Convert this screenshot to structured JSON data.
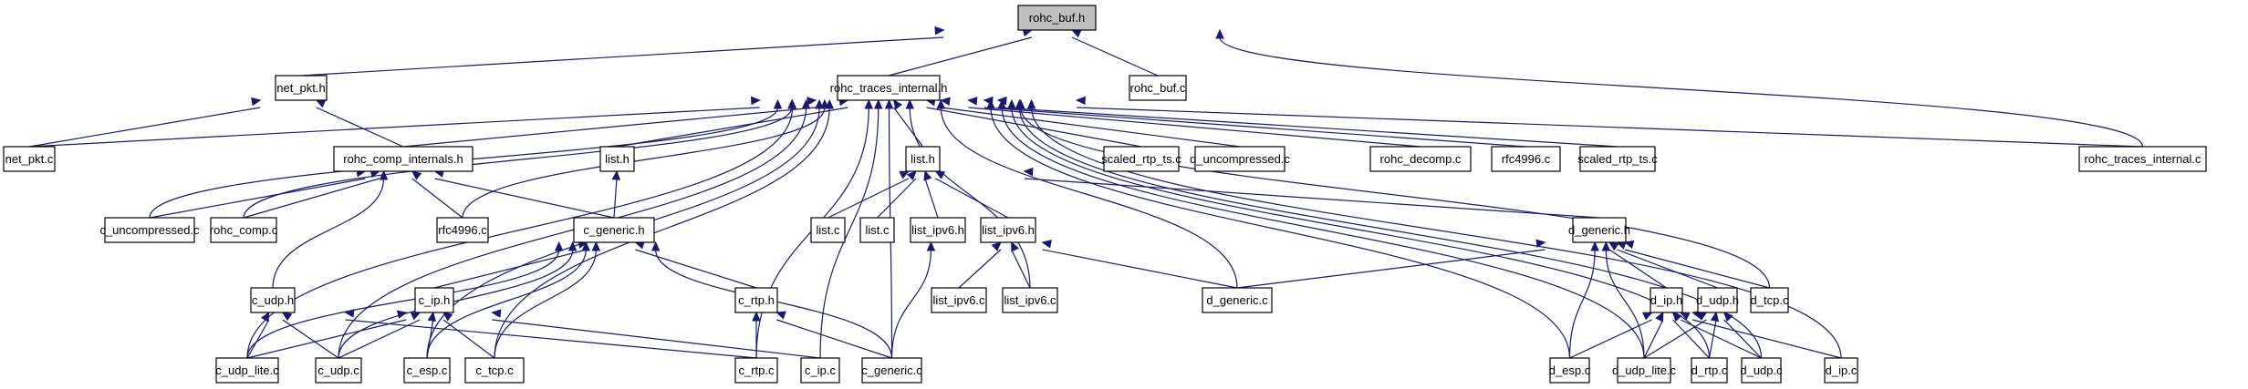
{
  "title": "rohc_buf.h include dependency graph",
  "colors": {
    "edge": "#191970",
    "root_fill": "#bfbfbf",
    "node_fill": "#ffffff",
    "border": "#000000"
  },
  "nodes": [
    {
      "id": "rohc_buf_h",
      "label": "rohc_buf.h",
      "root": true
    },
    {
      "id": "net_pkt_h",
      "label": "net_pkt.h"
    },
    {
      "id": "rohc_traces_internal_h",
      "label": "rohc_traces_internal.h"
    },
    {
      "id": "rohc_buf_c",
      "label": "rohc_buf.c"
    },
    {
      "id": "net_pkt_c",
      "label": "net_pkt.c"
    },
    {
      "id": "rohc_comp_internals_h",
      "label": "rohc_comp_internals.h"
    },
    {
      "id": "list_h_a",
      "label": "list.h"
    },
    {
      "id": "list_h_b",
      "label": "list.h"
    },
    {
      "id": "scaled_rtp_ts_c_a",
      "label": "scaled_rtp_ts.c"
    },
    {
      "id": "d_uncompressed_c",
      "label": "d_uncompressed.c"
    },
    {
      "id": "rohc_decomp_c",
      "label": "rohc_decomp.c"
    },
    {
      "id": "rfc4996_c_b",
      "label": "rfc4996.c"
    },
    {
      "id": "scaled_rtp_ts_c_b",
      "label": "scaled_rtp_ts.c"
    },
    {
      "id": "rohc_traces_internal_c",
      "label": "rohc_traces_internal.c"
    },
    {
      "id": "c_uncompressed_c",
      "label": "c_uncompressed.c"
    },
    {
      "id": "rohc_comp_c",
      "label": "rohc_comp.c"
    },
    {
      "id": "rfc4996_c_a",
      "label": "rfc4996.c"
    },
    {
      "id": "c_generic_h",
      "label": "c_generic.h"
    },
    {
      "id": "list_c_a",
      "label": "list.c"
    },
    {
      "id": "list_c_b",
      "label": "list.c"
    },
    {
      "id": "list_ipv6_h_a",
      "label": "list_ipv6.h"
    },
    {
      "id": "list_ipv6_h_b",
      "label": "list_ipv6.h"
    },
    {
      "id": "d_generic_h",
      "label": "d_generic.h"
    },
    {
      "id": "c_udp_h",
      "label": "c_udp.h"
    },
    {
      "id": "c_ip_h",
      "label": "c_ip.h"
    },
    {
      "id": "c_rtp_h",
      "label": "c_rtp.h"
    },
    {
      "id": "list_ipv6_c_a",
      "label": "list_ipv6.c"
    },
    {
      "id": "list_ipv6_c_b",
      "label": "list_ipv6.c"
    },
    {
      "id": "d_generic_c",
      "label": "d_generic.c"
    },
    {
      "id": "d_ip_h",
      "label": "d_ip.h"
    },
    {
      "id": "d_udp_h",
      "label": "d_udp.h"
    },
    {
      "id": "d_tcp_c",
      "label": "d_tcp.c"
    },
    {
      "id": "c_udp_lite_c",
      "label": "c_udp_lite.c"
    },
    {
      "id": "c_udp_c",
      "label": "c_udp.c"
    },
    {
      "id": "c_esp_c",
      "label": "c_esp.c"
    },
    {
      "id": "c_tcp_c",
      "label": "c_tcp.c"
    },
    {
      "id": "c_rtp_c",
      "label": "c_rtp.c"
    },
    {
      "id": "c_ip_c",
      "label": "c_ip.c"
    },
    {
      "id": "c_generic_c",
      "label": "c_generic.c"
    },
    {
      "id": "d_esp_c",
      "label": "d_esp.c"
    },
    {
      "id": "d_udp_lite_c",
      "label": "d_udp_lite.c"
    },
    {
      "id": "d_rtp_c",
      "label": "d_rtp.c"
    },
    {
      "id": "d_udp_c",
      "label": "d_udp.c"
    },
    {
      "id": "d_ip_c",
      "label": "d_ip.c"
    }
  ],
  "edges": [
    [
      "net_pkt_h",
      "rohc_buf_h"
    ],
    [
      "rohc_traces_internal_h",
      "rohc_buf_h"
    ],
    [
      "rohc_buf_c",
      "rohc_buf_h"
    ],
    [
      "rohc_traces_internal_c",
      "rohc_buf_h"
    ],
    [
      "net_pkt_c",
      "net_pkt_h"
    ],
    [
      "rohc_comp_internals_h",
      "net_pkt_h"
    ],
    [
      "net_pkt_c",
      "rohc_traces_internal_h"
    ],
    [
      "rohc_comp_internals_h",
      "rohc_traces_internal_h"
    ],
    [
      "list_h_a",
      "rohc_traces_internal_h"
    ],
    [
      "list_h_b",
      "rohc_traces_internal_h"
    ],
    [
      "scaled_rtp_ts_c_a",
      "rohc_traces_internal_h"
    ],
    [
      "d_uncompressed_c",
      "rohc_traces_internal_h"
    ],
    [
      "rohc_decomp_c",
      "rohc_traces_internal_h"
    ],
    [
      "rfc4996_c_b",
      "rohc_traces_internal_h"
    ],
    [
      "scaled_rtp_ts_c_b",
      "rohc_traces_internal_h"
    ],
    [
      "rohc_traces_internal_c",
      "rohc_traces_internal_h"
    ],
    [
      "c_uncompressed_c",
      "rohc_traces_internal_h"
    ],
    [
      "rohc_comp_c",
      "rohc_traces_internal_h"
    ],
    [
      "rfc4996_c_a",
      "rohc_traces_internal_h"
    ],
    [
      "c_udp_lite_c",
      "rohc_traces_internal_h"
    ],
    [
      "c_udp_c",
      "rohc_traces_internal_h"
    ],
    [
      "c_esp_c",
      "rohc_traces_internal_h"
    ],
    [
      "c_tcp_c",
      "rohc_traces_internal_h"
    ],
    [
      "c_rtp_c",
      "rohc_traces_internal_h"
    ],
    [
      "c_ip_c",
      "rohc_traces_internal_h"
    ],
    [
      "c_generic_c",
      "rohc_traces_internal_h"
    ],
    [
      "list_ipv6_c_b",
      "rohc_traces_internal_h"
    ],
    [
      "d_generic_c",
      "rohc_traces_internal_h"
    ],
    [
      "d_esp_c",
      "rohc_traces_internal_h"
    ],
    [
      "d_udp_lite_c",
      "rohc_traces_internal_h"
    ],
    [
      "d_tcp_c",
      "rohc_traces_internal_h"
    ],
    [
      "d_rtp_c",
      "rohc_traces_internal_h"
    ],
    [
      "d_udp_c",
      "rohc_traces_internal_h"
    ],
    [
      "d_ip_c",
      "rohc_traces_internal_h"
    ],
    [
      "c_uncompressed_c",
      "rohc_comp_internals_h"
    ],
    [
      "rohc_comp_c",
      "rohc_comp_internals_h"
    ],
    [
      "c_udp_h",
      "rohc_comp_internals_h"
    ],
    [
      "rfc4996_c_a",
      "rohc_comp_internals_h"
    ],
    [
      "c_generic_h",
      "rohc_comp_internals_h"
    ],
    [
      "c_generic_h",
      "list_h_a"
    ],
    [
      "list_c_a",
      "list_h_b"
    ],
    [
      "list_c_b",
      "list_h_b"
    ],
    [
      "list_ipv6_h_a",
      "list_h_b"
    ],
    [
      "list_ipv6_h_b",
      "list_h_b"
    ],
    [
      "d_generic_h",
      "list_h_b"
    ],
    [
      "c_udp_lite_c",
      "c_generic_h"
    ],
    [
      "c_udp_c",
      "c_generic_h"
    ],
    [
      "c_ip_h",
      "c_generic_h"
    ],
    [
      "c_esp_c",
      "c_generic_h"
    ],
    [
      "c_tcp_c",
      "c_generic_h"
    ],
    [
      "c_rtp_h",
      "c_generic_h"
    ],
    [
      "c_generic_c",
      "c_generic_h"
    ],
    [
      "c_udp_lite_c",
      "c_udp_h"
    ],
    [
      "c_udp_c",
      "c_udp_h"
    ],
    [
      "c_rtp_c",
      "c_udp_h"
    ],
    [
      "c_udp_lite_c",
      "c_ip_h"
    ],
    [
      "c_udp_c",
      "c_ip_h"
    ],
    [
      "c_esp_c",
      "c_ip_h"
    ],
    [
      "c_tcp_c",
      "c_ip_h"
    ],
    [
      "c_ip_c",
      "c_ip_h"
    ],
    [
      "c_rtp_c",
      "c_rtp_h"
    ],
    [
      "c_generic_c",
      "c_rtp_h"
    ],
    [
      "c_generic_c",
      "list_ipv6_h_a"
    ],
    [
      "list_ipv6_c_a",
      "list_ipv6_h_b"
    ],
    [
      "list_ipv6_c_b",
      "list_ipv6_h_b"
    ],
    [
      "d_generic_c",
      "list_ipv6_h_b"
    ],
    [
      "d_generic_c",
      "d_generic_h"
    ],
    [
      "d_esp_c",
      "d_generic_h"
    ],
    [
      "d_udp_lite_c",
      "d_generic_h"
    ],
    [
      "d_ip_h",
      "d_generic_h"
    ],
    [
      "d_udp_h",
      "d_generic_h"
    ],
    [
      "d_tcp_c",
      "d_generic_h"
    ],
    [
      "d_esp_c",
      "d_ip_h"
    ],
    [
      "d_udp_lite_c",
      "d_ip_h"
    ],
    [
      "d_rtp_c",
      "d_ip_h"
    ],
    [
      "d_udp_c",
      "d_ip_h"
    ],
    [
      "d_ip_c",
      "d_ip_h"
    ],
    [
      "d_udp_lite_c",
      "d_udp_h"
    ],
    [
      "d_rtp_c",
      "d_udp_h"
    ],
    [
      "d_udp_c",
      "d_udp_h"
    ]
  ]
}
